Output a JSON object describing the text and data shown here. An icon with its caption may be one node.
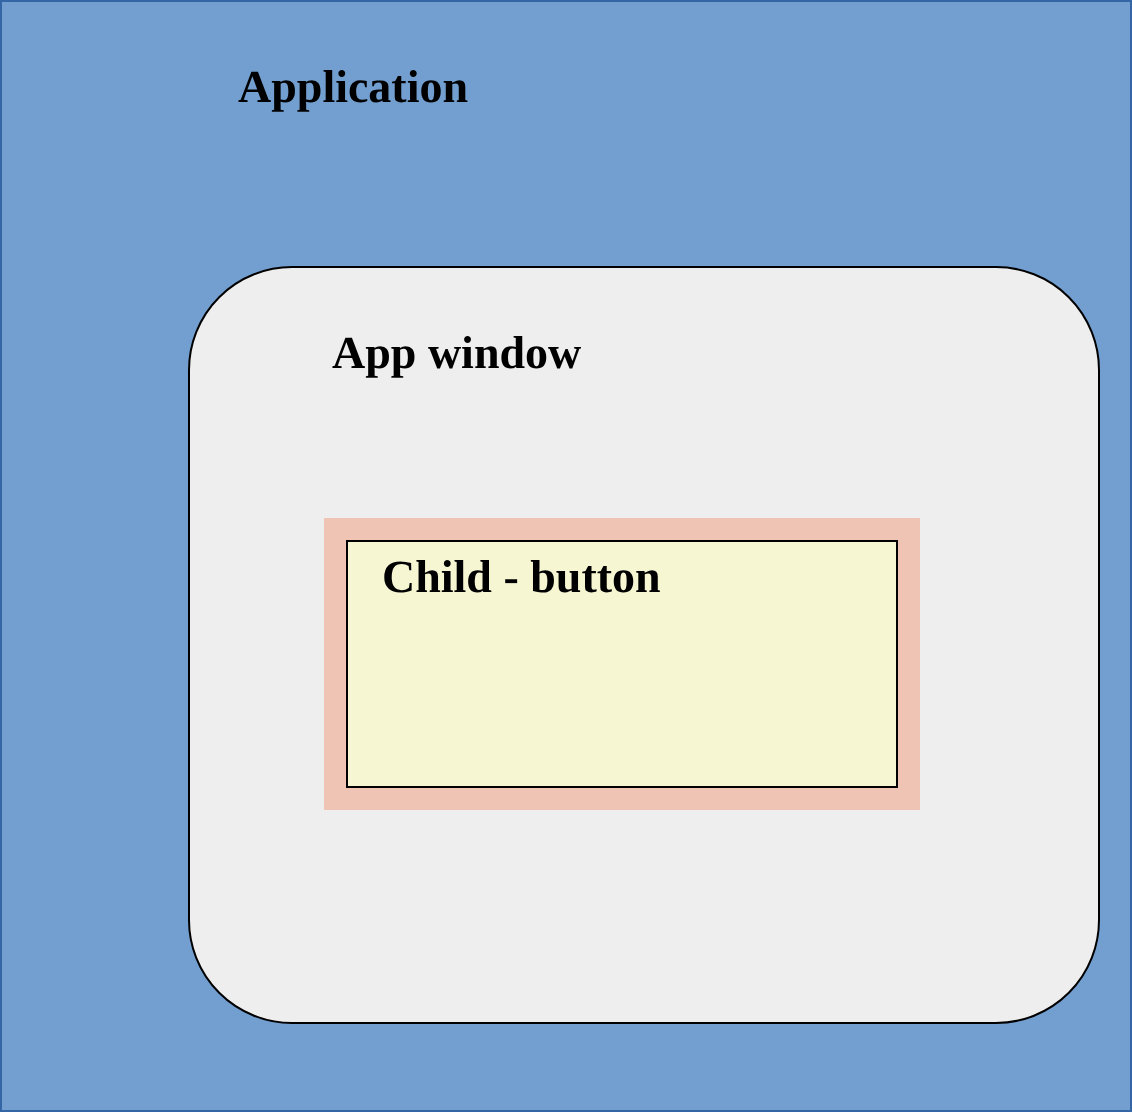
{
  "diagram": {
    "nodes": [
      {
        "text": [
          "Application"
        ]
      },
      {
        "text": [
          "App window"
        ],
        "in": 0
      },
      {
        "text": [
          "Child - button"
        ],
        "in": 1
      }
    ]
  }
}
